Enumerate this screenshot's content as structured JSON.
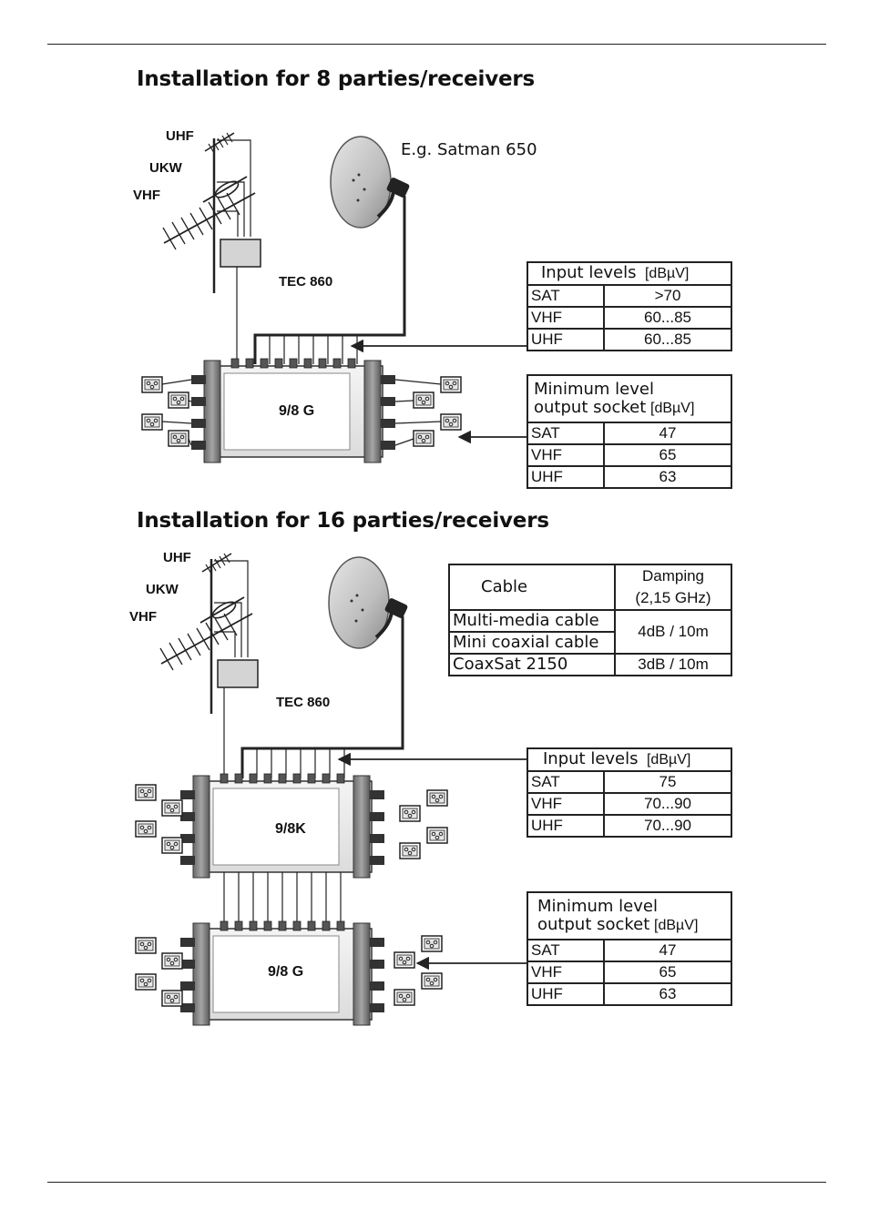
{
  "section1": {
    "title": "Installation for 8 parties/receivers",
    "antenna_labels": {
      "uhf": "UHF",
      "ukw": "UKW",
      "vhf": "VHF"
    },
    "dish_label": "E.g. Satman 650",
    "amp_label": "TEC 860",
    "switch_label": "9/8 G",
    "input_table": {
      "header": "Input levels",
      "unit": "[dBµV]",
      "rows": [
        {
          "band": "SAT",
          "value": ">70"
        },
        {
          "band": "VHF",
          "value": "60...85"
        },
        {
          "band": "UHF",
          "value": "60...85"
        }
      ]
    },
    "output_table": {
      "header_line1": "Minimum level",
      "header_line2": "output socket",
      "unit": "[dBµV]",
      "rows": [
        {
          "band": "SAT",
          "value": "47"
        },
        {
          "band": "VHF",
          "value": "65"
        },
        {
          "band": "UHF",
          "value": "63"
        }
      ]
    }
  },
  "section2": {
    "title": "Installation for 16 parties/receivers",
    "antenna_labels": {
      "uhf": "UHF",
      "ukw": "UKW",
      "vhf": "VHF"
    },
    "amp_label": "TEC 860",
    "switch1_label": "9/8K",
    "switch2_label": "9/8 G",
    "cable_table": {
      "col1_header": "Cable",
      "col2_header_line1": "Damping",
      "col2_header_line2": "(2,15 GHz)",
      "rows": [
        {
          "cable": "Multi-media cable"
        },
        {
          "cable": "Mini coaxial cable"
        },
        {
          "cable": "CoaxSat 2150",
          "damping": "3dB / 10m"
        }
      ],
      "shared_damping": "4dB / 10m"
    },
    "input_table": {
      "header": "Input levels",
      "unit": "[dBµV]",
      "rows": [
        {
          "band": "SAT",
          "value": "75"
        },
        {
          "band": "VHF",
          "value": "70...90"
        },
        {
          "band": "UHF",
          "value": "70...90"
        }
      ]
    },
    "output_table": {
      "header_line1": "Minimum level",
      "header_line2": "output socket",
      "unit": "[dBµV]",
      "rows": [
        {
          "band": "SAT",
          "value": "47"
        },
        {
          "band": "VHF",
          "value": "65"
        },
        {
          "band": "UHF",
          "value": "63"
        }
      ]
    }
  }
}
